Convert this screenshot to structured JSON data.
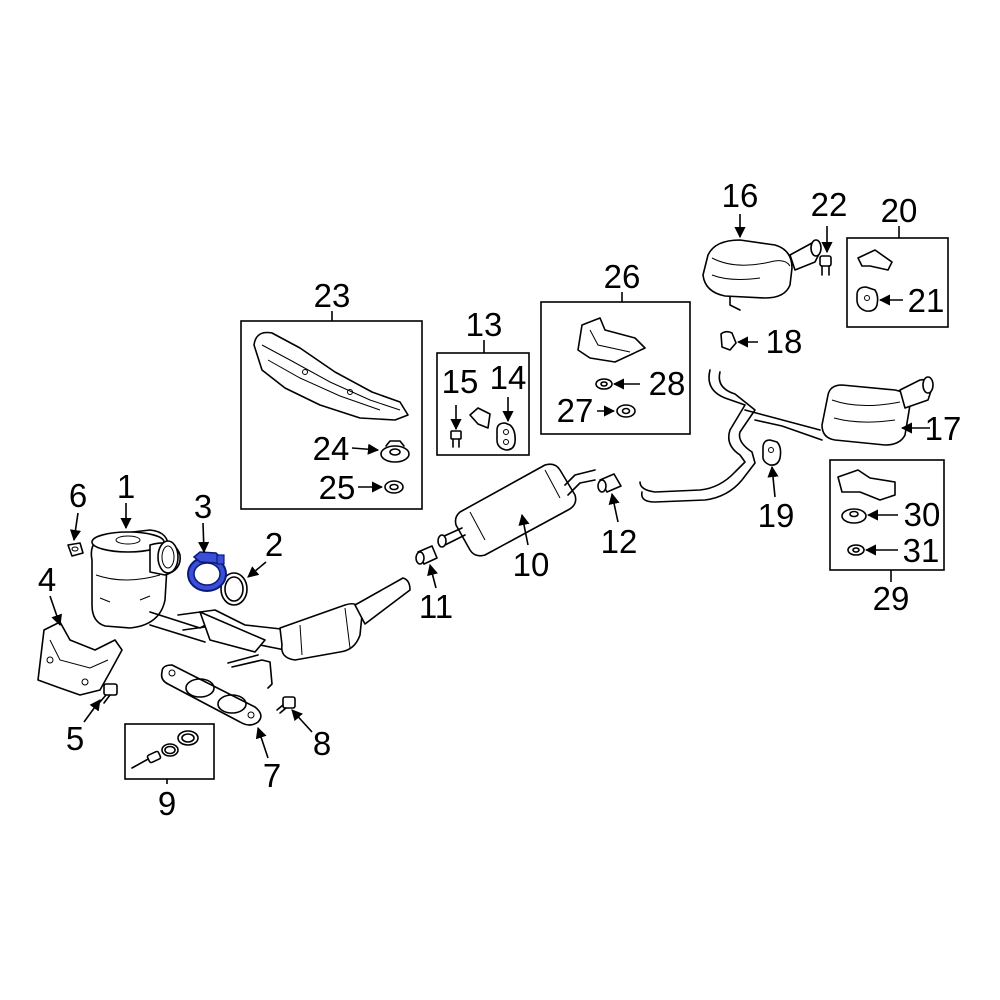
{
  "diagram": {
    "highlight_color": "#3a4fd6",
    "callouts": [
      "1",
      "2",
      "3",
      "4",
      "5",
      "6",
      "7",
      "8",
      "9",
      "10",
      "11",
      "12",
      "13",
      "14",
      "15",
      "16",
      "17",
      "18",
      "19",
      "20",
      "21",
      "22",
      "23",
      "24",
      "25",
      "26",
      "27",
      "28",
      "29",
      "30",
      "31"
    ]
  }
}
